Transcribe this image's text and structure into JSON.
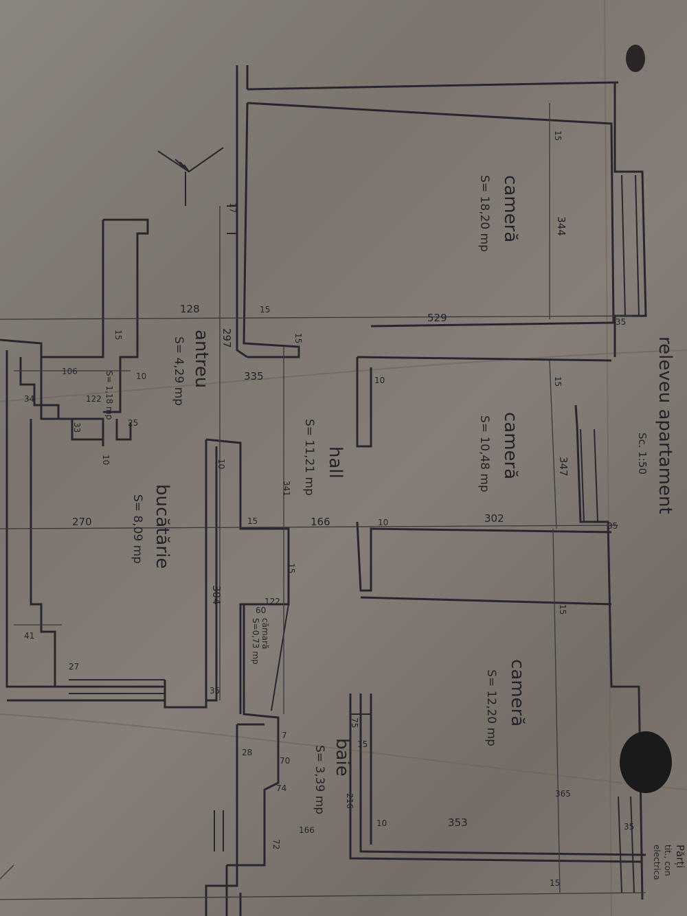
{
  "title": "releveu apartament",
  "scale": "Sc. 1:50",
  "note_lines": [
    "Părți",
    "tit., con",
    "electrica"
  ],
  "rooms": {
    "camera1": {
      "name": "cameră",
      "area": "S= 18,20 mp"
    },
    "camera2": {
      "name": "cameră",
      "area": "S= 10,48 mp"
    },
    "camera3": {
      "name": "cameră",
      "area": "S= 12,20 mp"
    },
    "hall": {
      "name": "hall",
      "area": "S= 11,21 mp"
    },
    "antreu": {
      "name": "antreu",
      "area": "S= 4,29 mp"
    },
    "bucatarie": {
      "name": "bucătărie",
      "area": "S= 8,09 mp"
    },
    "camara": {
      "name": "cămară",
      "area": "S=0,73 mp"
    },
    "baie": {
      "name": "baie",
      "area": "S= 3,39 mp"
    },
    "wc": {
      "area": "S= 1,18 mp"
    }
  },
  "dims": {
    "d529": "529",
    "d344": "344",
    "d347": "347",
    "d353": "353",
    "d365": "365",
    "d302": "302",
    "d335": "335",
    "d297": "297",
    "d128": "128",
    "d166": "166",
    "d166b": "166",
    "d304": "304",
    "d270": "270",
    "d216": "216",
    "d341": "341",
    "d122": "122",
    "d122b": "122",
    "d106": "106",
    "d60": "60",
    "d41": "41",
    "d34": "34",
    "d35a": "35",
    "d35b": "35",
    "d35c": "35",
    "d35d": "35",
    "d28": "28",
    "d27": "27",
    "d25": "25",
    "d15a": "15",
    "d15b": "15",
    "d15c": "15",
    "d15d": "15",
    "d15e": "15",
    "d15f": "15",
    "d15g": "15",
    "d15h": "15",
    "d15i": "15",
    "d15j": "15",
    "d10a": "10",
    "d10b": "10",
    "d10c": "10",
    "d10d": "10",
    "d10e": "10",
    "d10f": "10",
    "d17": "17",
    "d33": "33",
    "d70": "70",
    "d74": "74",
    "d72": "72",
    "d75": "75",
    "d7": "7"
  }
}
